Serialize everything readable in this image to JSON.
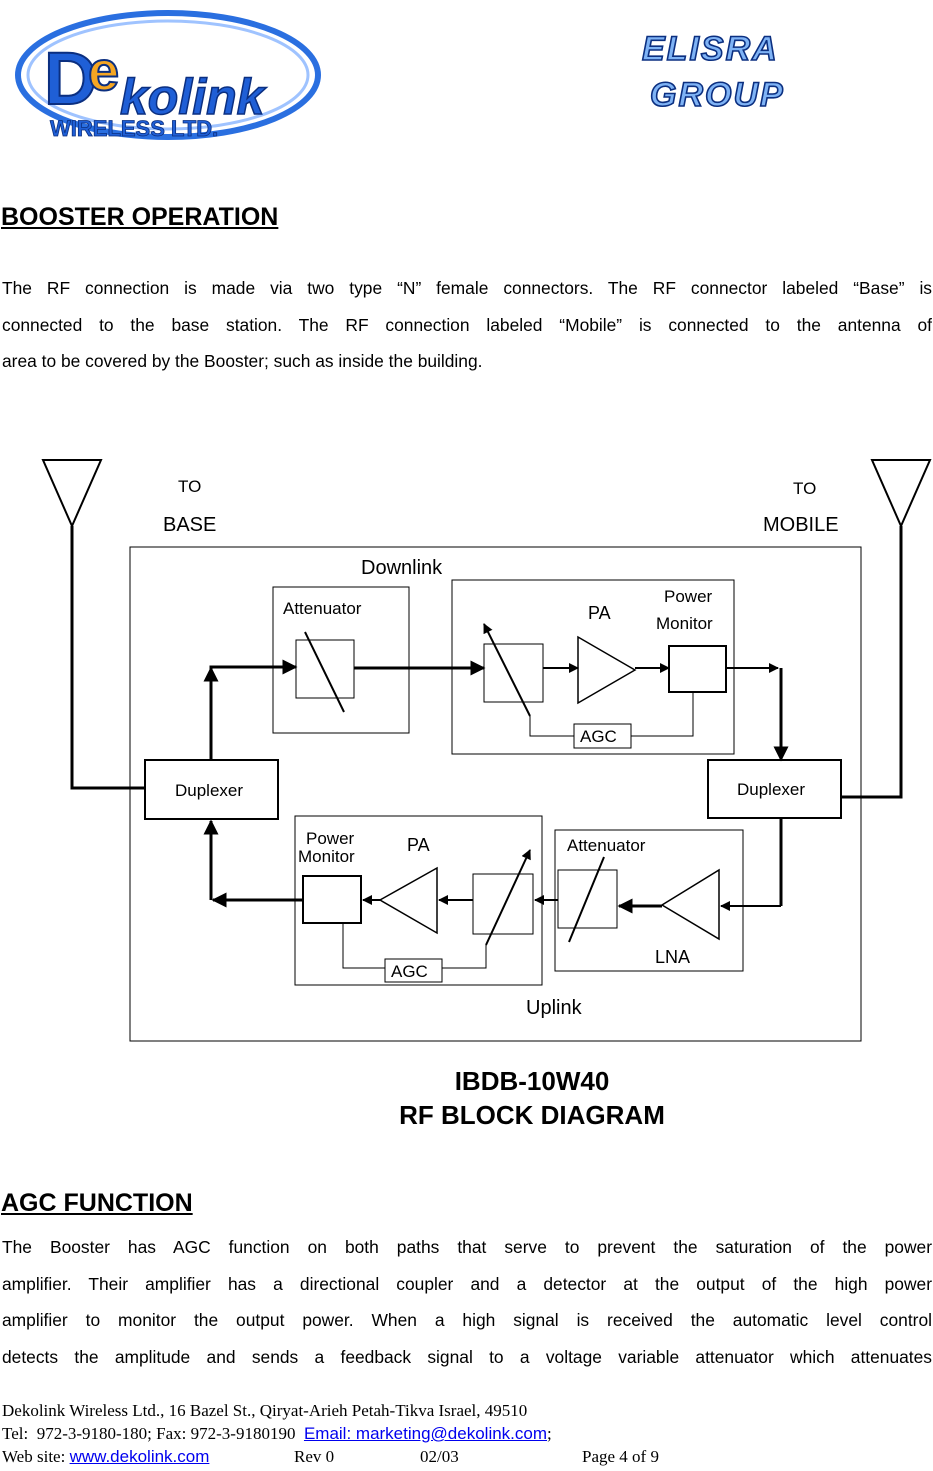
{
  "header": {
    "company_logo": {
      "brand": "Dekolink",
      "tagline": "WIRELESS LTD."
    },
    "group_logo": {
      "line1": "ELISRA",
      "line2": "GROUP"
    }
  },
  "section1": {
    "heading": "BOOSTER OPERATION",
    "lines": [
      "The RF connection is made via two type “N” female connectors. The RF connector labeled “Base” is",
      "connected to the base station. The RF connection labeled “Mobile” is connected to the antenna of",
      "area to be covered by the Booster; such as inside the building."
    ]
  },
  "diagram": {
    "to_base": [
      "TO",
      "BASE"
    ],
    "to_mobile": [
      "TO",
      "MOBILE"
    ],
    "downlink_label": "Downlink",
    "uplink_label": "Uplink",
    "duplexer_left": "Duplexer",
    "duplexer_right": "Duplexer",
    "dl_attenuator": "Attenuator",
    "dl_pa": "PA",
    "dl_power_monitor": [
      "Power",
      "Monitor"
    ],
    "dl_agc": "AGC",
    "ul_power_monitor": [
      "Power",
      "Monitor"
    ],
    "ul_pa": "PA",
    "ul_attenuator": "Attenuator",
    "ul_lna": "LNA",
    "ul_agc": "AGC"
  },
  "caption": {
    "line1": "IBDB-10W40",
    "line2": "RF BLOCK DIAGRAM"
  },
  "section2": {
    "heading": "AGC FUNCTION",
    "lines": [
      "The Booster has AGC function on both paths that serve to prevent the saturation of the power",
      "amplifier. Their amplifier has a directional coupler and a detector at the output of the high power",
      "amplifier to monitor the output power.  When a high signal is received the automatic level control",
      "detects the amplitude and sends a feedback signal to a voltage variable attenuator which attenuates"
    ]
  },
  "footer": {
    "line1": "Dekolink Wireless Ltd., 16 Bazel St., Qiryat-Arieh Petah-Tikva Israel, 49510",
    "line2_prefix": "Tel:  972-3-9180-180; Fax: 972-3-9180190  ",
    "email_link": "Email: marketing@dekolink.com",
    "line2_suffix": ";",
    "web_label": "Web site: ",
    "web_link": "www.dekolink.com",
    "rev": "Rev 0",
    "date": "02/03",
    "page": "Page 4 of 9"
  },
  "colors": {
    "logo_blue": "#1f5fd6",
    "logo_orange": "#f5a623",
    "link": "#0000ee",
    "group_blue": "#3a86e8"
  }
}
